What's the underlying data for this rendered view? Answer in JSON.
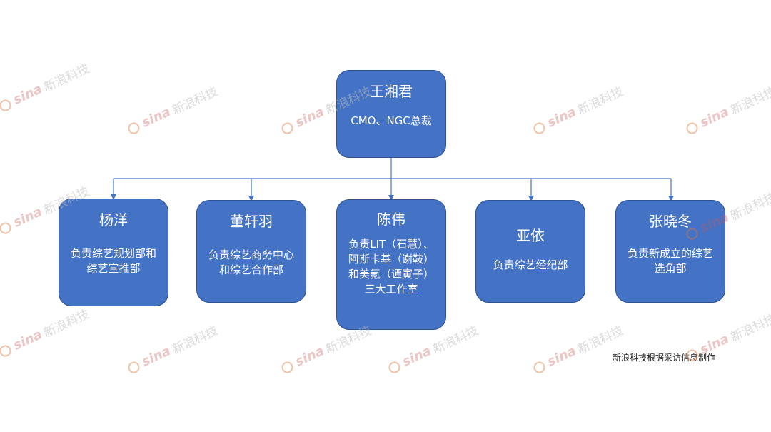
{
  "top": {
    "name": "王湘君",
    "role": "CMO、NGC总裁"
  },
  "reports": [
    {
      "name": "杨洋",
      "role": "负责综艺规划部和综艺宣推部"
    },
    {
      "name": "董轩羽",
      "role": "负责综艺商务中心和综艺合作部"
    },
    {
      "name": "陈伟",
      "role": "负责LIT（石慧）、阿斯卡基（谢鞍）和美氪（谭寅子）三大工作室"
    },
    {
      "name": "亚依",
      "role": "负责综艺经纪部"
    },
    {
      "name": "张晓冬",
      "role": "负责新成立的综艺选角部"
    }
  ],
  "footer": "新浪科技根据采访信息制作",
  "watermark": {
    "logo": "sina",
    "text": "新浪科技"
  },
  "colors": {
    "node_fill": "#4472c4",
    "node_border": "#2f528f",
    "connector": "#4472c4"
  }
}
